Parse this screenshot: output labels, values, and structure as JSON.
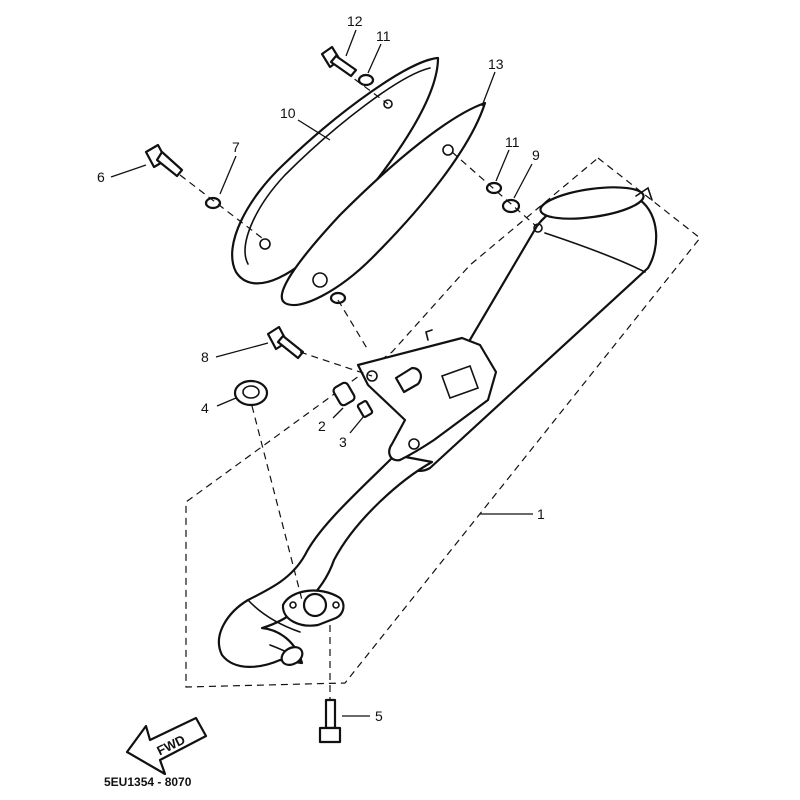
{
  "diagram": {
    "drawing_code": "5EU1354 - 8070",
    "direction_label": "FWD",
    "callouts": {
      "c1": "1",
      "c2": "2",
      "c3": "3",
      "c4": "4",
      "c5": "5",
      "c6": "6",
      "c7": "7",
      "c8": "8",
      "c9": "9",
      "c10": "10",
      "c11a": "11",
      "c11b": "11",
      "c12": "12",
      "c13": "13"
    }
  }
}
